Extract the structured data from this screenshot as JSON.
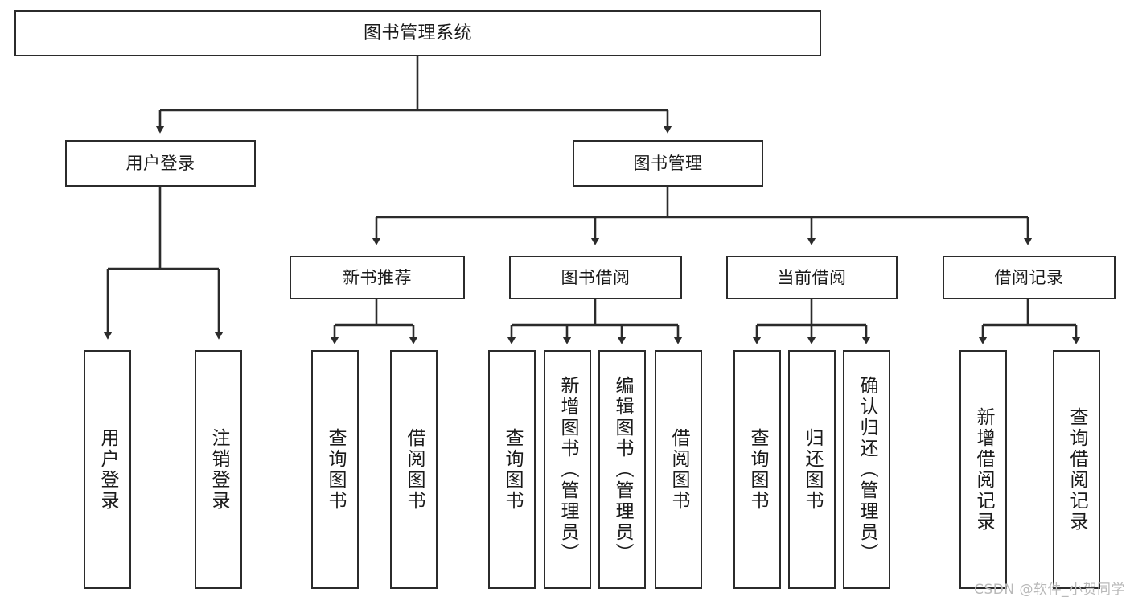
{
  "diagram": {
    "type": "tree-hierarchy",
    "title": "图书管理系统",
    "watermark": "CSDN @软件_小贺同学",
    "colors": {
      "background": "#ffffff",
      "box_border": "#2b2b2b",
      "box_fill": "#ffffff",
      "connector": "#2b2b2b",
      "text": "#1a1a1a",
      "watermark": "#b9b9b9"
    },
    "root": {
      "id": "root",
      "label": "图书管理系统"
    },
    "level1": [
      {
        "id": "user-login",
        "label": "用户登录"
      },
      {
        "id": "book-manage",
        "label": "图书管理"
      }
    ],
    "level2": [
      {
        "id": "new-book-rec",
        "label": "新书推荐",
        "parent": "book-manage"
      },
      {
        "id": "book-borrow",
        "label": "图书借阅",
        "parent": "book-manage"
      },
      {
        "id": "current-borrow",
        "label": "当前借阅",
        "parent": "book-manage"
      },
      {
        "id": "borrow-record",
        "label": "借阅记录",
        "parent": "book-manage"
      }
    ],
    "leaves": [
      {
        "id": "leaf-user-login",
        "label": "用户登录",
        "parent": "user-login"
      },
      {
        "id": "leaf-logout",
        "label": "注销登录",
        "parent": "user-login"
      },
      {
        "id": "leaf-query-book-1",
        "label": "查询图书",
        "parent": "new-book-rec"
      },
      {
        "id": "leaf-borrow-book-1",
        "label": "借阅图书",
        "parent": "new-book-rec"
      },
      {
        "id": "leaf-query-book-2",
        "label": "查询图书",
        "parent": "book-borrow"
      },
      {
        "id": "leaf-add-book",
        "label": "新增图书（管理员）",
        "parent": "book-borrow"
      },
      {
        "id": "leaf-edit-book",
        "label": "编辑图书（管理员）",
        "parent": "book-borrow"
      },
      {
        "id": "leaf-borrow-book-2",
        "label": "借阅图书",
        "parent": "book-borrow"
      },
      {
        "id": "leaf-query-book-3",
        "label": "查询图书",
        "parent": "current-borrow"
      },
      {
        "id": "leaf-return-book",
        "label": "归还图书",
        "parent": "current-borrow"
      },
      {
        "id": "leaf-confirm-return",
        "label": "确认归还（管理员）",
        "parent": "current-borrow"
      },
      {
        "id": "leaf-add-record",
        "label": "新增借阅记录",
        "parent": "borrow-record"
      },
      {
        "id": "leaf-query-record",
        "label": "查询借阅记录",
        "parent": "borrow-record"
      }
    ]
  }
}
